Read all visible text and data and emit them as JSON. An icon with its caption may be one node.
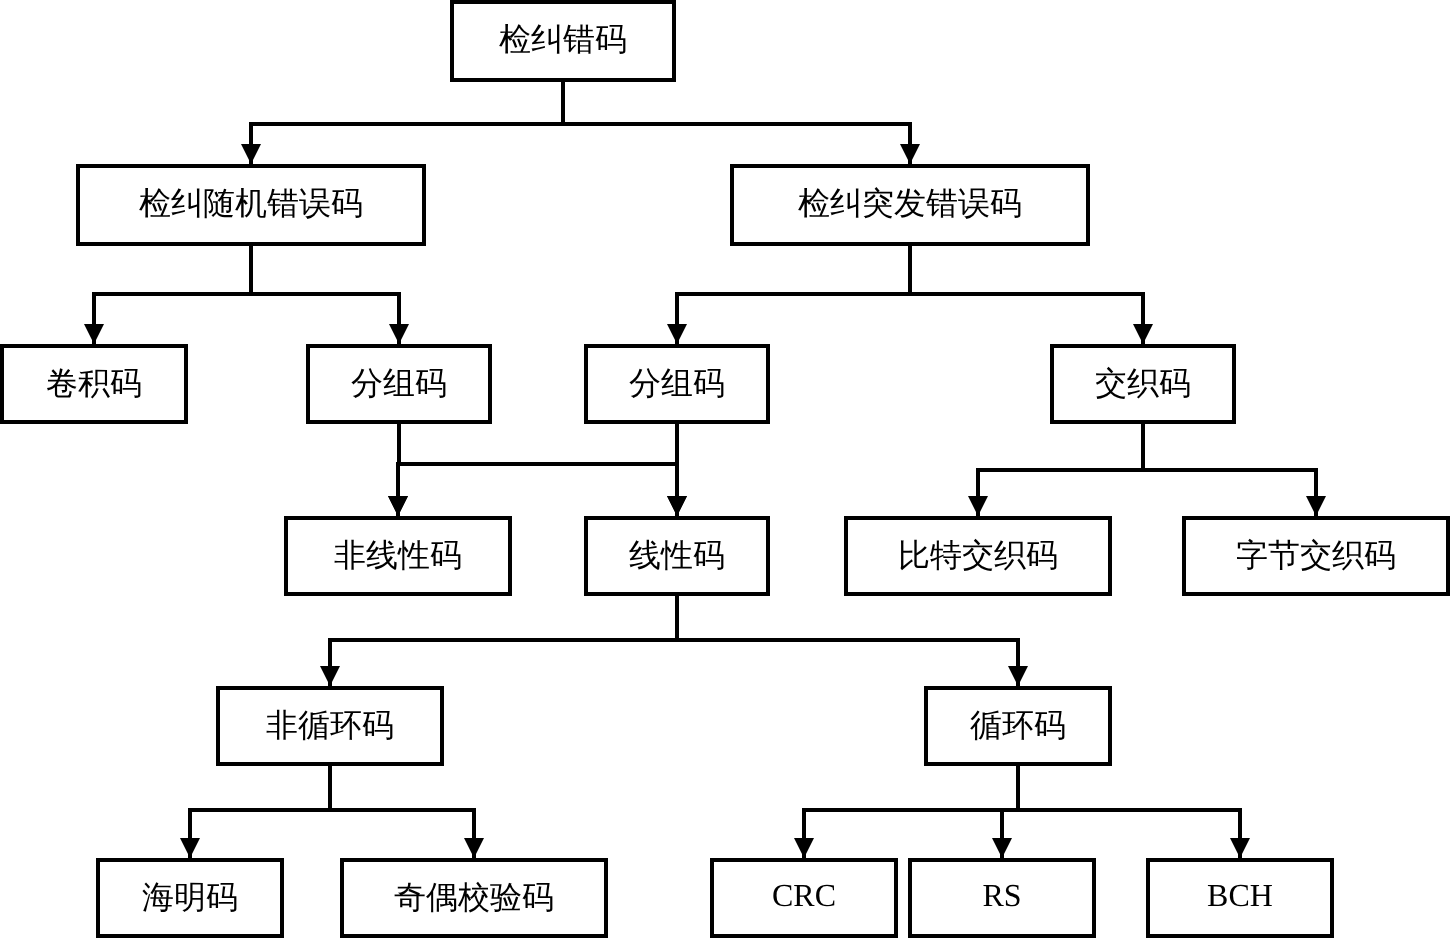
{
  "diagram": {
    "nodes": [
      {
        "text": [
          "检纠错码"
        ]
      },
      {
        "text": [
          "检纠随机错误码"
        ]
      },
      {
        "text": [
          "检纠突发错误码"
        ]
      },
      {
        "text": [
          "卷积码"
        ]
      },
      {
        "text": [
          "分组码"
        ]
      },
      {
        "text": [
          "分组码"
        ]
      },
      {
        "text": [
          "交织码"
        ]
      },
      {
        "text": [
          "非线性码"
        ]
      },
      {
        "text": [
          "线性码"
        ]
      },
      {
        "text": [
          "比特交织码"
        ]
      },
      {
        "text": [
          "字节交织码"
        ]
      },
      {
        "text": [
          "非循环码"
        ]
      },
      {
        "text": [
          "循环码"
        ]
      },
      {
        "text": [
          "海明码"
        ]
      },
      {
        "text": [
          "奇偶校验码"
        ]
      },
      {
        "text": [
          "CRC"
        ]
      },
      {
        "text": [
          "RS"
        ]
      },
      {
        "text": [
          "BCH"
        ]
      }
    ],
    "edges": [
      {
        "from": 0,
        "to": 1,
        "arrow": "to"
      },
      {
        "from": 0,
        "to": 2,
        "arrow": "to"
      },
      {
        "from": 1,
        "to": 3,
        "arrow": "to"
      },
      {
        "from": 1,
        "to": 4,
        "arrow": "to"
      },
      {
        "from": 2,
        "to": 5,
        "arrow": "to"
      },
      {
        "from": 2,
        "to": 6,
        "arrow": "to"
      },
      {
        "from": 4,
        "to": 7,
        "arrow": "to"
      },
      {
        "from": 4,
        "to": 8,
        "arrow": "to"
      },
      {
        "from": 5,
        "to": 7,
        "arrow": "to"
      },
      {
        "from": 5,
        "to": 8,
        "arrow": "to"
      },
      {
        "from": 6,
        "to": 9,
        "arrow": "to"
      },
      {
        "from": 6,
        "to": 10,
        "arrow": "to"
      },
      {
        "from": 8,
        "to": 11,
        "arrow": "to"
      },
      {
        "from": 8,
        "to": 12,
        "arrow": "to"
      },
      {
        "from": 11,
        "to": 13,
        "arrow": "to"
      },
      {
        "from": 11,
        "to": 14,
        "arrow": "to"
      },
      {
        "from": 12,
        "to": 15,
        "arrow": "to"
      },
      {
        "from": 12,
        "to": 16,
        "arrow": "to"
      },
      {
        "from": 12,
        "to": 17,
        "arrow": "to"
      }
    ]
  }
}
